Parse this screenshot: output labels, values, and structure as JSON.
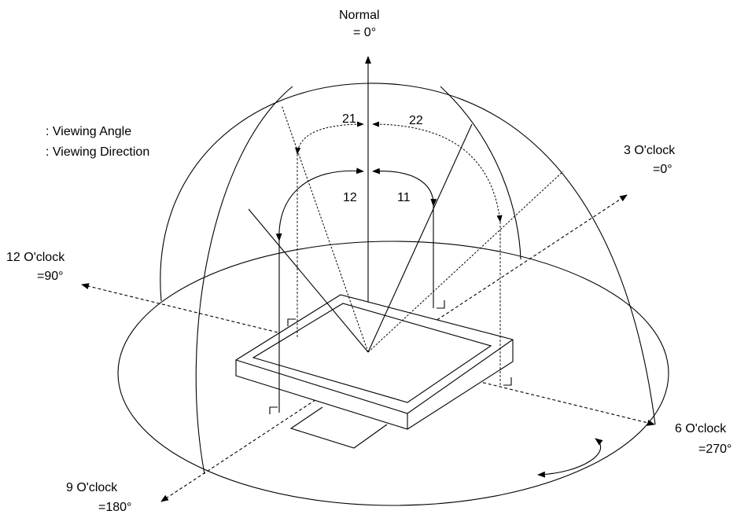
{
  "diagram": {
    "normal_label": "Normal",
    "normal_value": "= 0°",
    "legend": {
      "viewing_angle": ": Viewing Angle",
      "viewing_direction": ": Viewing Direction"
    },
    "directions": {
      "three_oclock": {
        "label": "3 O'clock",
        "value": "=0°"
      },
      "twelve_oclock": {
        "label": "12 O'clock",
        "value": "=90°"
      },
      "six_oclock": {
        "label": "6 O'clock",
        "value": "=270°"
      },
      "nine_oclock": {
        "label": "9 O'clock",
        "value": "=180°"
      }
    },
    "angle_labels": {
      "a21": "21",
      "a22": "22",
      "a12": "12",
      "a11": "11"
    }
  }
}
